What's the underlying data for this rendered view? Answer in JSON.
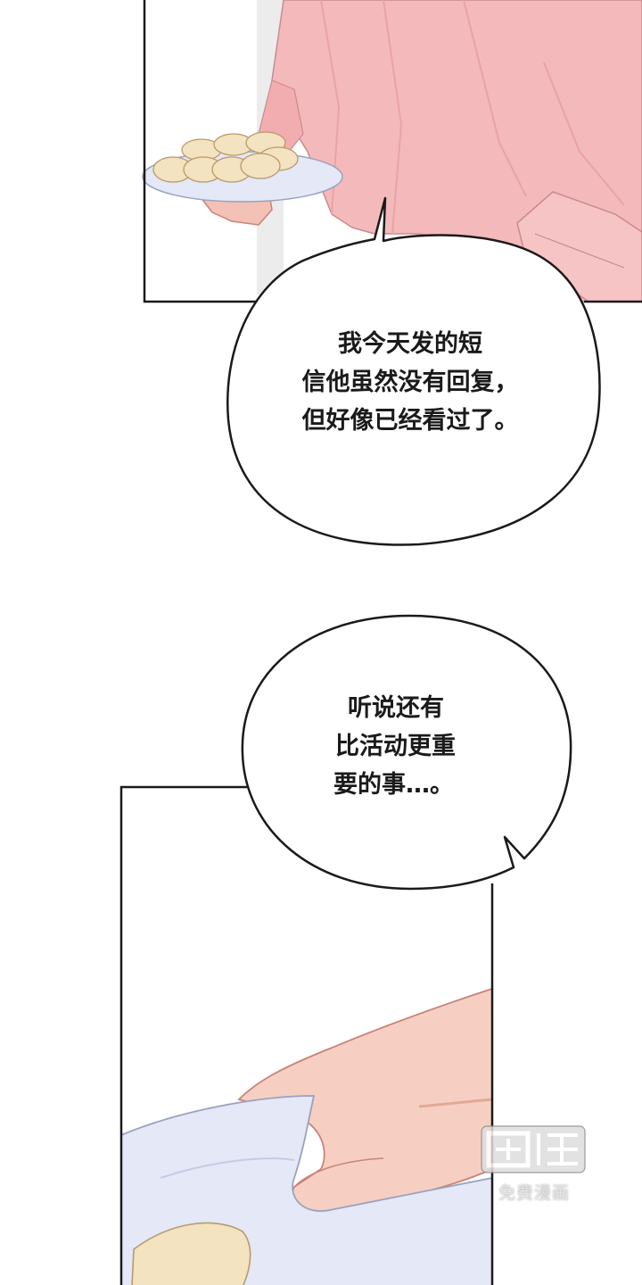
{
  "panel1": {
    "bubble_lines": [
      "我今天发的短",
      "信他虽然没有回复，",
      "但好像已经看过了。"
    ]
  },
  "panel2": {
    "bubble_lines": [
      "听说还有",
      "比活动更重",
      "要的事…。"
    ]
  },
  "watermark": {
    "logo_text": "画涯",
    "subtitle": "免费漫画"
  },
  "colors": {
    "shirt_pink": "#f4b9bb",
    "shirt_light": "#fad0d0",
    "skin": "#f6cfc2",
    "skin_shadow": "#e3a896",
    "plate": "#e4e8f7",
    "food": "#f3e3c0",
    "line": "#1a1a1a"
  }
}
